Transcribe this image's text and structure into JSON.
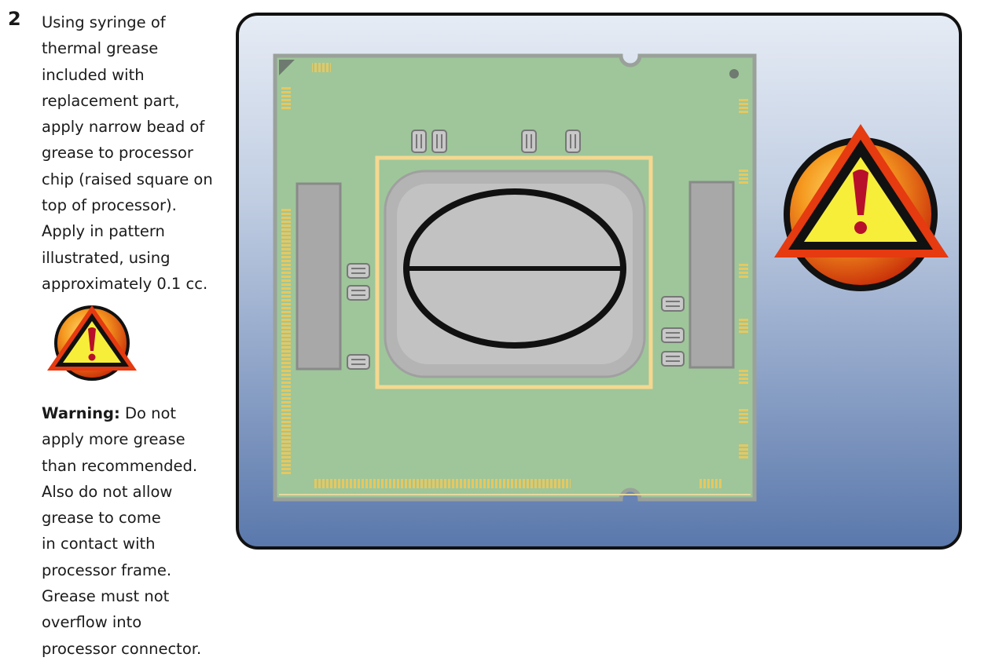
{
  "step": {
    "number": "2",
    "lines": [
      "Using syringe of",
      "thermal grease",
      "included with",
      "replacement part,",
      "apply narrow bead of",
      "grease to processor",
      "chip (raised square on",
      "top of processor).",
      "Apply in pattern",
      "illustrated, using",
      "approximately 0.1 cc."
    ]
  },
  "warning": {
    "label": "Warning:",
    "first_line": "Do not",
    "lines": [
      "apply more grease",
      "than recommended.",
      "Also do not allow",
      "grease to come",
      "in contact with",
      "processor frame.",
      "Grease must not",
      "overflow into",
      "processor connector."
    ],
    "icon": "warning-triangle-icon",
    "colors": {
      "triangle": "#f5ea3a",
      "circle": "#e63a10",
      "exclamation": "#b8102a"
    }
  },
  "illustration": {
    "icon": "processor-chip-illustration",
    "colors": {
      "background_top": "#e6ecf5",
      "background_bottom": "#5a78ac",
      "board": "#9ec69a",
      "chip_frame": "#f5d890",
      "heat_spreader": "#c2c2c2",
      "grease_pattern": "#111111"
    }
  }
}
